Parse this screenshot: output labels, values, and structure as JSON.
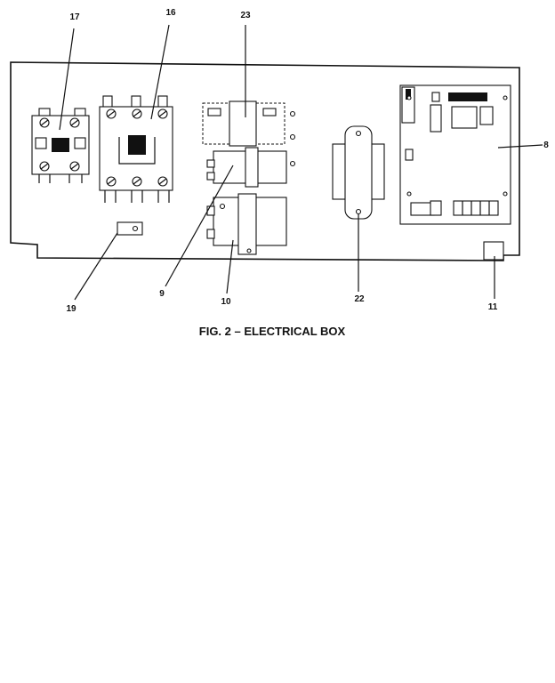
{
  "figure": {
    "caption": "FIG. 2 – ELECTRICAL BOX"
  },
  "callouts": [
    {
      "id": "17",
      "label": "17"
    },
    {
      "id": "16",
      "label": "16"
    },
    {
      "id": "23",
      "label": "23"
    },
    {
      "id": "8",
      "label": "8"
    },
    {
      "id": "19",
      "label": "19"
    },
    {
      "id": "9",
      "label": "9"
    },
    {
      "id": "10",
      "label": "10"
    },
    {
      "id": "22",
      "label": "22"
    },
    {
      "id": "11",
      "label": "11"
    }
  ]
}
